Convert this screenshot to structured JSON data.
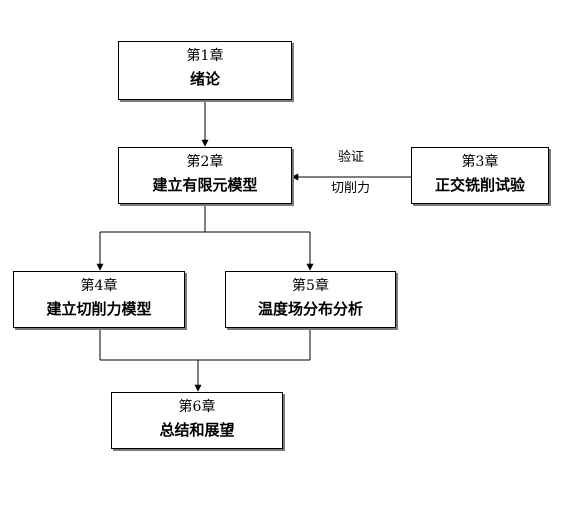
{
  "nodes": {
    "ch1": {
      "num": "第1章",
      "title": "绪论"
    },
    "ch2": {
      "num": "第2章",
      "title": "建立有限元模型"
    },
    "ch3": {
      "num": "第3章",
      "title": "正交铣削试验"
    },
    "ch4": {
      "num": "第4章",
      "title": "建立切削力模型"
    },
    "ch5": {
      "num": "第5章",
      "title": "温度场分布分析"
    },
    "ch6": {
      "num": "第6章",
      "title": "总结和展望"
    }
  },
  "edges": {
    "ch3_to_ch2": {
      "label_top": "验证",
      "label_bottom": "切削力"
    }
  }
}
